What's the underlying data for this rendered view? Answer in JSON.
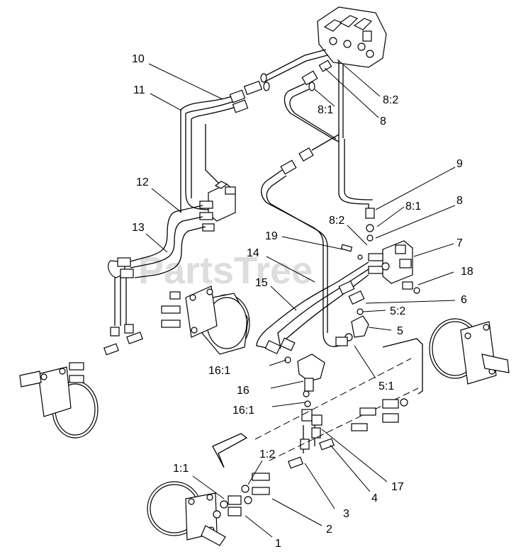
{
  "watermark": "PartsTree",
  "callouts": [
    {
      "id": "c10",
      "text": "10"
    },
    {
      "id": "c11",
      "text": "11"
    },
    {
      "id": "c12",
      "text": "12"
    },
    {
      "id": "c13",
      "text": "13"
    },
    {
      "id": "c8_2_top",
      "text": "8:2"
    },
    {
      "id": "c8_1_top",
      "text": "8:1"
    },
    {
      "id": "c8_top",
      "text": "8"
    },
    {
      "id": "c9",
      "text": "9"
    },
    {
      "id": "c8_1_mid",
      "text": "8:1"
    },
    {
      "id": "c8_mid",
      "text": "8"
    },
    {
      "id": "c8_2_mid",
      "text": "8:2"
    },
    {
      "id": "c7",
      "text": "7"
    },
    {
      "id": "c19",
      "text": "19"
    },
    {
      "id": "c14",
      "text": "14"
    },
    {
      "id": "c18",
      "text": "18"
    },
    {
      "id": "c15",
      "text": "15"
    },
    {
      "id": "c6",
      "text": "6"
    },
    {
      "id": "c5_2",
      "text": "5:2"
    },
    {
      "id": "c5",
      "text": "5"
    },
    {
      "id": "c5_1",
      "text": "5:1"
    },
    {
      "id": "c16_1a",
      "text": "16:1"
    },
    {
      "id": "c16",
      "text": "16"
    },
    {
      "id": "c16_1b",
      "text": "16:1"
    },
    {
      "id": "c1_2",
      "text": "1:2"
    },
    {
      "id": "c1_1",
      "text": "1:1"
    },
    {
      "id": "c17",
      "text": "17"
    },
    {
      "id": "c4",
      "text": "4"
    },
    {
      "id": "c3",
      "text": "3"
    },
    {
      "id": "c2",
      "text": "2"
    },
    {
      "id": "c1",
      "text": "1"
    }
  ]
}
